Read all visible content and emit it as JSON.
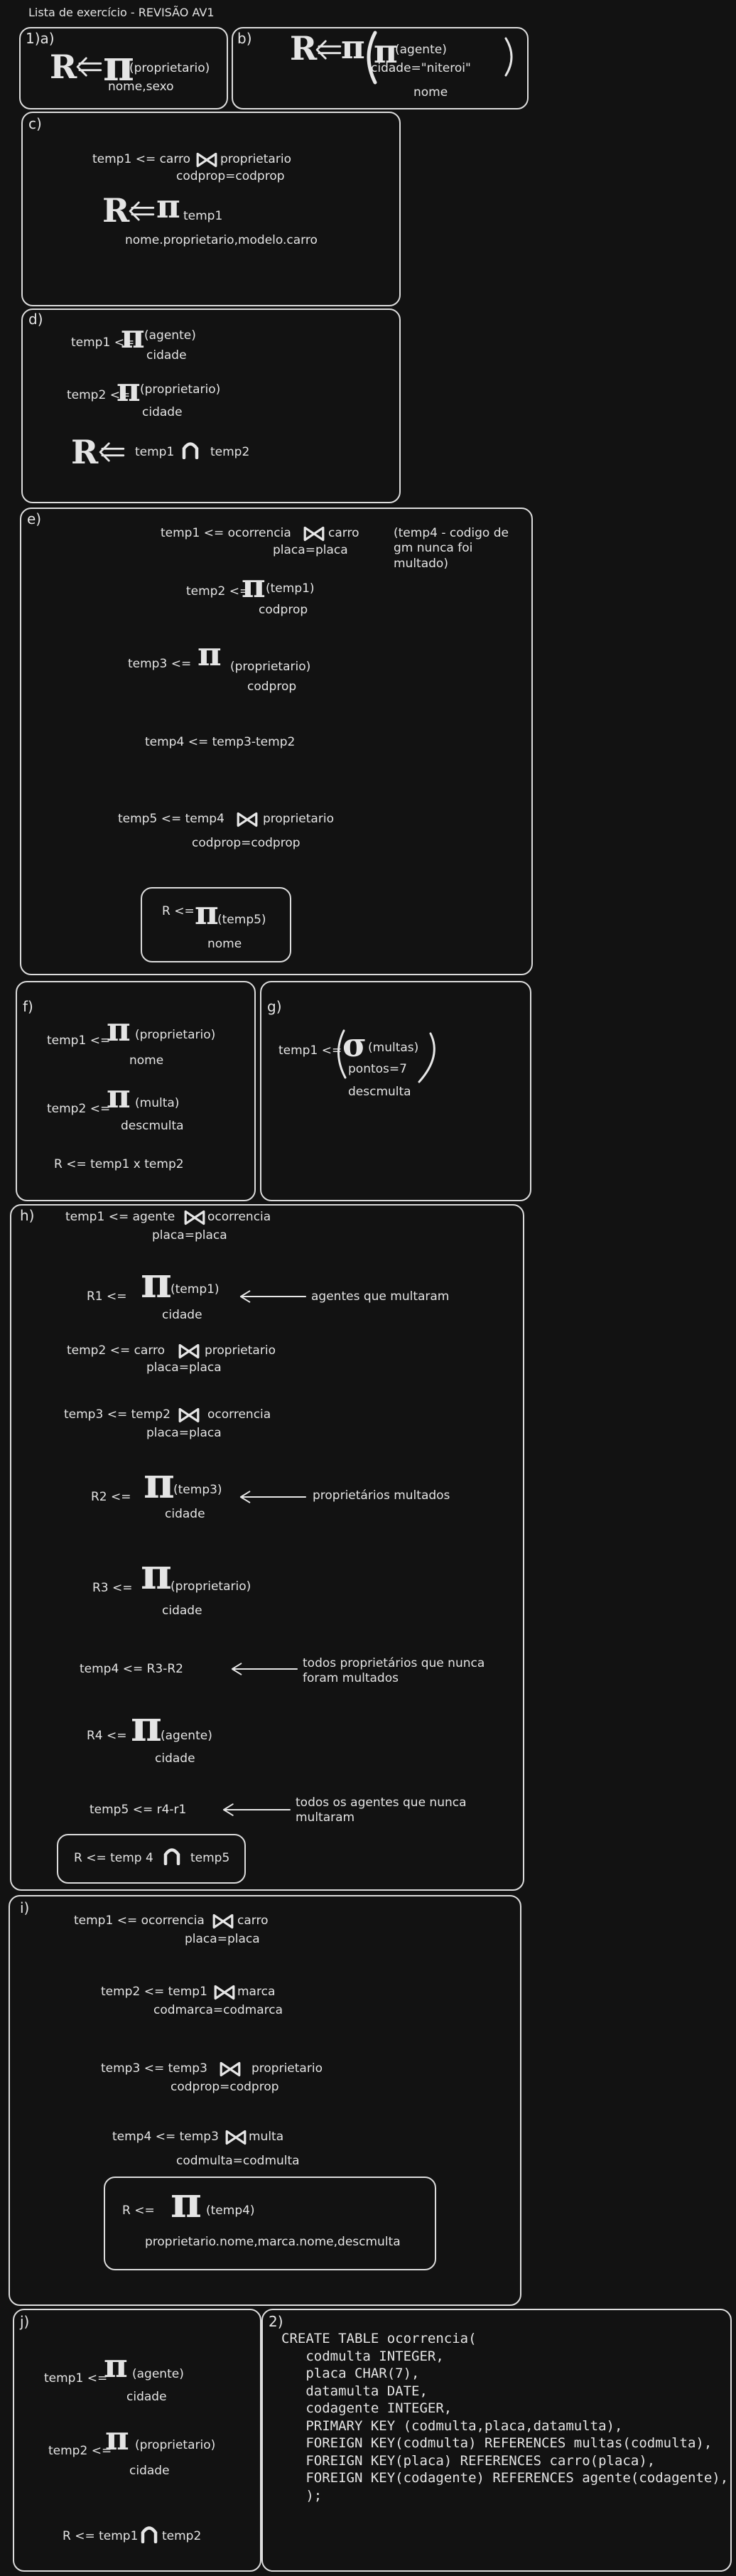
{
  "title": "Lista de exercício - REVISÃO AV1",
  "q1a": {
    "label": "1)a)",
    "r": "R",
    "pi": "π",
    "rel": "(proprietario)",
    "sub": "nome,sexo"
  },
  "q1b": {
    "label": "b)",
    "r": "R",
    "pi": "π",
    "rel": "(agente)",
    "cond": "cidade=\"niteroi\"",
    "sub": "nome"
  },
  "qc": {
    "label": "c)",
    "l1": "temp1 <= carro",
    "l1b": "proprietario",
    "l1sub": "codprop=codprop",
    "r": "R",
    "pi": "π",
    "rel": "temp1",
    "sub": "nome.proprietario,modelo.carro"
  },
  "qd": {
    "label": "d)",
    "t1": "temp1 <=",
    "t1rel": "(agente)",
    "t1sub": "cidade",
    "t2": "temp2 <=",
    "t2rel": "(proprietario)",
    "t2sub": "cidade",
    "r": "R",
    "rl": "temp1",
    "rr": "temp2"
  },
  "qe": {
    "label": "e)",
    "l1": "temp1 <= ocorrencia",
    "l1b": "carro",
    "l1sub": "placa=placa",
    "note": "(temp4 - codigo de\ngm nunca foi\nmultado)",
    "l2": "temp2 <=",
    "l2rel": "(temp1)",
    "l2sub": "codprop",
    "l3": "temp3 <=",
    "l3rel": "(proprietario)",
    "l3sub": "codprop",
    "l4": "temp4 <= temp3-temp2",
    "l5": "temp5 <= temp4",
    "l5b": "proprietario",
    "l5sub": "codprop=codprop",
    "r": "R <=",
    "rrel": "(temp5)",
    "rsub": "nome"
  },
  "qf": {
    "label": "f)",
    "t1": "temp1 <=",
    "t1rel": "(proprietario)",
    "t1sub": "nome",
    "t2": "temp2 <=",
    "t2rel": "(multa)",
    "t2sub": "descmulta",
    "r": "R <= temp1 x temp2"
  },
  "qg": {
    "label": "g)",
    "t1": "temp1 <=",
    "sigma": "σ",
    "rel": "(multas)",
    "cond": "pontos=7",
    "sub": "descmulta"
  },
  "qh": {
    "label": "h)",
    "l1": "temp1 <= agente",
    "l1b": "ocorrencia",
    "l1sub": "placa=placa",
    "r1": "R1 <=",
    "r1rel": "(temp1)",
    "r1sub": "cidade",
    "r1note": "agentes que multaram",
    "l2": "temp2 <= carro",
    "l2b": "proprietario",
    "l2sub": "placa=placa",
    "l3": "temp3 <= temp2",
    "l3b": "ocorrencia",
    "l3sub": "placa=placa",
    "r2": "R2 <=",
    "r2rel": "(temp3)",
    "r2sub": "cidade",
    "r2note": "proprietários multados",
    "r3": "R3 <=",
    "r3rel": "(proprietario)",
    "r3sub": "cidade",
    "l4": "temp4 <=  R3-R2",
    "l4note": "todos proprietários que nunca\nforam multados",
    "r4": "R4 <=",
    "r4rel": "(agente)",
    "r4sub": "cidade",
    "l5": "temp5 <=  r4-r1",
    "l5note": "todos os agentes que nunca\nmultaram",
    "rl": "R <= temp 4",
    "rr": "temp5"
  },
  "qi": {
    "label": "i)",
    "l1": "temp1 <= ocorrencia",
    "l1b": "carro",
    "l1sub": "placa=placa",
    "l2": "temp2 <= temp1",
    "l2b": "marca",
    "l2sub": "codmarca=codmarca",
    "l3": "temp3 <= temp3",
    "l3b": "proprietario",
    "l3sub": "codprop=codprop",
    "l4": "temp4 <= temp3",
    "l4b": "multa",
    "l4sub": "codmulta=codmulta",
    "r": "R <=",
    "rrel": "(temp4)",
    "rsub": "proprietario.nome,marca.nome,descmulta"
  },
  "qj": {
    "label": "j)",
    "t1": "temp1 <=",
    "t1rel": "(agente)",
    "t1sub": "cidade",
    "t2": "temp2 <=",
    "t2rel": "(proprietario)",
    "t2sub": "cidade",
    "rl": "R <= temp1",
    "rr": "temp2"
  },
  "q2": {
    "label": "2)",
    "sql": "CREATE TABLE ocorrencia(\n   codmulta INTEGER,\n   placa CHAR(7),\n   datamulta DATE,\n   codagente INTEGER,\n   PRIMARY KEY (codmulta,placa,datamulta),\n   FOREIGN KEY(codmulta) REFERENCES multas(codmulta),\n   FOREIGN KEY(placa) REFERENCES carro(placa),\n   FOREIGN KEY(codagente) REFERENCES agente(codagente),\n   );"
  }
}
